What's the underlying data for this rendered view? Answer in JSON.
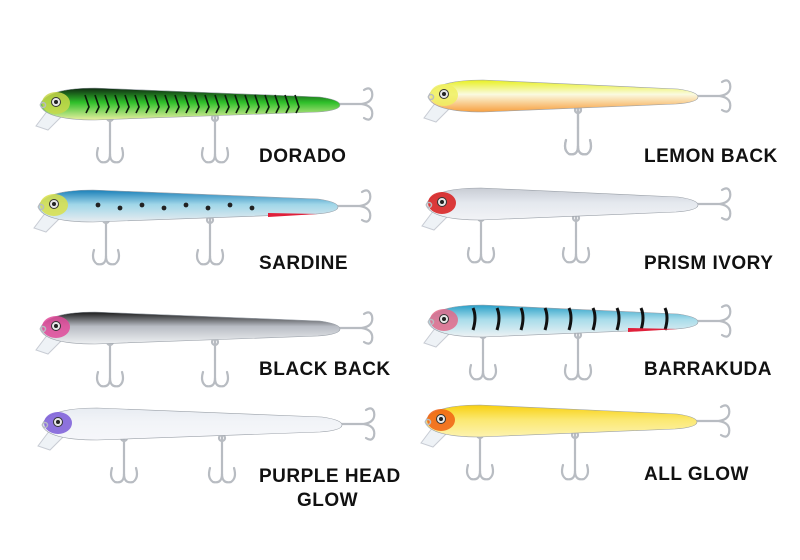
{
  "lures": [
    {
      "name": "DORADO",
      "colors": {
        "back": "#0f2a12",
        "mid": "#2fbf2a",
        "belly": "#e8f0a0",
        "head": "#c8d84a"
      },
      "stripes": true
    },
    {
      "name": "SARDINE",
      "colors": {
        "back": "#1a7fb8",
        "mid": "#9fd6e8",
        "belly": "#e8ecf0",
        "head": "#d9e04a"
      },
      "spots": true,
      "throat": "#e0203a"
    },
    {
      "name": "BLACK BACK",
      "colors": {
        "back": "#1a1a1a",
        "mid": "#b8bcc4",
        "belly": "#eef0f2",
        "head": "#e04a9a"
      }
    },
    {
      "name_lines": [
        "PURPLE HEAD",
        "GLOW"
      ],
      "colors": {
        "back": "#e8ecf2",
        "mid": "#f2f4f8",
        "belly": "#f6f7fa",
        "head": "#7a5ad8"
      }
    },
    {
      "name": "LEMON BACK",
      "colors": {
        "back": "#e8f020",
        "mid": "#fafae0",
        "belly": "#f8a040",
        "head": "#f0f060"
      }
    },
    {
      "name": "PRISM IVORY",
      "colors": {
        "back": "#c8ccd4",
        "mid": "#e4e8ee",
        "belly": "#f2f3f6",
        "head": "#d81a1a"
      }
    },
    {
      "name": "BARRAKUDA",
      "colors": {
        "back": "#2aa0c8",
        "mid": "#a8dcea",
        "belly": "#eef2f4",
        "head": "#e06a8a"
      },
      "bars": true,
      "throat": "#e0203a"
    },
    {
      "name": "ALL GLOW",
      "colors": {
        "back": "#f8d010",
        "mid": "#fbe870",
        "belly": "#fdf3b0",
        "head": "#f06010"
      }
    }
  ],
  "hook_color": "#b8bcc2"
}
